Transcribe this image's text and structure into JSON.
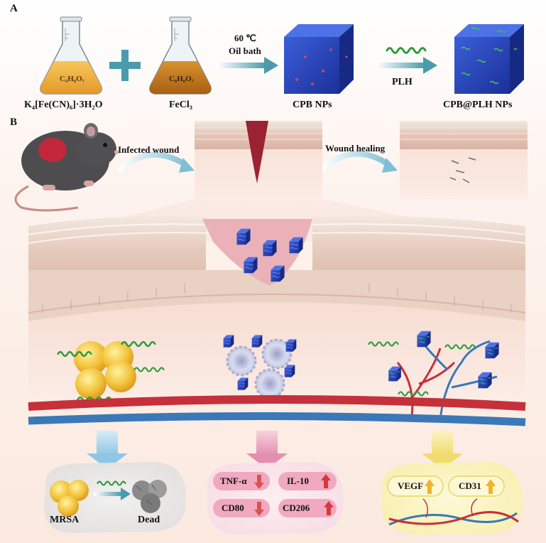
{
  "panels": {
    "a": "A",
    "b": "B"
  },
  "synthesis": {
    "flask1_formula": "C₆H₈O₇",
    "flask2_formula": "C₆H₈O₇",
    "reagent1": "K₄[Fe(CN)₆]·3H₂O",
    "reagent2": "FeCl₃",
    "condition_temp": "60 ℃",
    "condition_bath": "Oil bath",
    "intermediate": "CPB NPs",
    "modifier": "PLH",
    "product": "CPB@PLH NPs"
  },
  "wound": {
    "infected_label": "Infected wound",
    "healing_label": "Wound healing"
  },
  "effects": {
    "bacteria_label": "MRSA",
    "dead_label": "Dead",
    "inflammation": [
      {
        "name": "TNF-α",
        "direction": "down"
      },
      {
        "name": "IL-10",
        "direction": "up"
      },
      {
        "name": "CD80",
        "direction": "down"
      },
      {
        "name": "CD206",
        "direction": "up"
      }
    ],
    "angiogenesis": [
      {
        "name": "VEGF",
        "direction": "up"
      },
      {
        "name": "CD31",
        "direction": "up"
      }
    ]
  },
  "colors": {
    "accent_teal": "#4a9bab",
    "nanoparticle_blue": "#2340b5",
    "plh_green": "#2e9a3a",
    "down_arrow": "#d9534f",
    "up_arrow_red": "#d33a3a",
    "up_arrow_yellow": "#f0b429",
    "vessel_red": "#c6303a",
    "vessel_blue": "#3a78b8"
  }
}
